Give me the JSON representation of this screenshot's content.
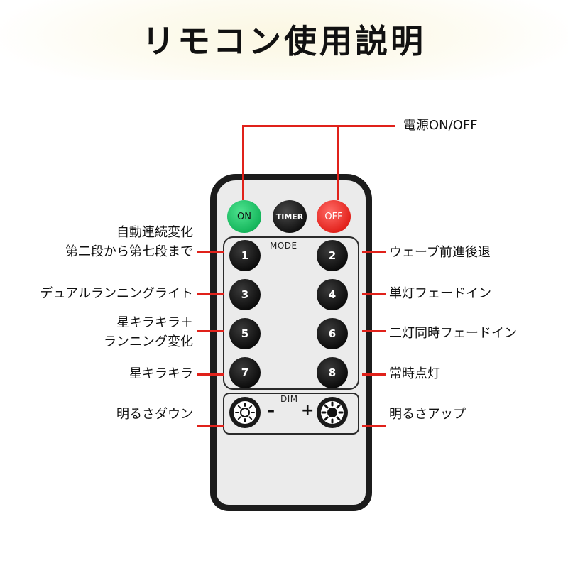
{
  "title": "リモコン使用説明",
  "remote": {
    "buttons": {
      "on": "ON",
      "timer": "TIMER",
      "off": "OFF",
      "n1": "1",
      "n2": "2",
      "n3": "3",
      "n4": "4",
      "n5": "5",
      "n6": "6",
      "n7": "7",
      "n8": "8"
    },
    "mode_label": "MODE",
    "dim_label": "DIM",
    "dim_minus": "–",
    "dim_plus": "+"
  },
  "labels": {
    "power": "電源ON/OFF",
    "btn1": "自動連続変化\n第二段から第七段まで",
    "btn2": "ウェーブ前進後退",
    "btn3": "デュアルランニングライト",
    "btn4": "単灯フェードイン",
    "btn5": "星キラキラ＋\nランニング変化",
    "btn6": "二灯同時フェードイン",
    "btn7": "星キラキラ",
    "btn8": "常時点灯",
    "dim_down": "明るさダウン",
    "dim_up": "明るさアップ"
  },
  "colors": {
    "on_button": "#16b65c",
    "off_button": "#e3231d",
    "leader_line": "#e0211a",
    "remote_body": "#ebebeb",
    "remote_border": "#1c1c1c"
  },
  "icons": [
    "sun-dim-icon",
    "sun-bright-icon"
  ]
}
